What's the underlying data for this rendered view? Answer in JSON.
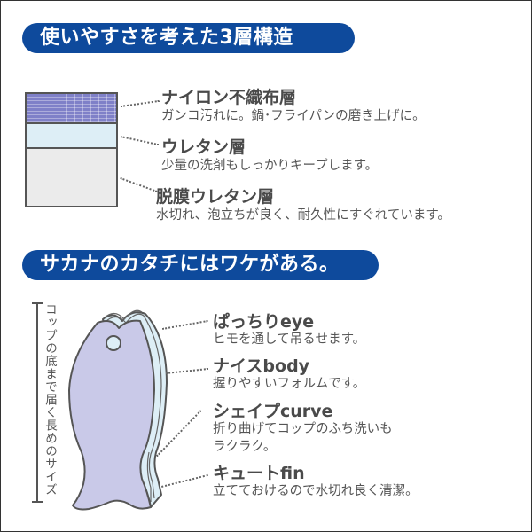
{
  "section1": {
    "banner": "使いやすさを考えた3層構造",
    "layers": [
      {
        "name": "ナイロン不織布層",
        "desc": "ガンコ汚れに。鍋･フライパンの磨き上げに。",
        "color": "#7f80c8"
      },
      {
        "name": "ウレタン層",
        "desc": "少量の洗剤もしっかりキープします。",
        "color": "#ddeef6"
      },
      {
        "name": "脱膜ウレタン層",
        "desc": "水切れ、泡立ちが良く、耐久性にすぐれています。",
        "color": "#ebebeb"
      }
    ]
  },
  "section2": {
    "banner": "サカナのカタチにはワケがある。",
    "vertical_label": "コップの底まで届く長めのサイズ",
    "features": [
      {
        "title": "ぱっちりeye",
        "desc": [
          "ヒモを通して吊るせます。"
        ]
      },
      {
        "title": "ナイスbody",
        "desc": [
          "握りやすいフォルムです。"
        ]
      },
      {
        "title": "シェイプcurve",
        "desc": [
          "折り曲げてコップのふち洗いも",
          "ラクラク。"
        ]
      },
      {
        "title": "キュートfin",
        "desc": [
          "立てておけるので水切れ良く清潔。"
        ]
      }
    ]
  },
  "colors": {
    "banner": "#0e4a9c",
    "fish_body": "#c9c9e8",
    "fish_edge": "#ddeef6",
    "outline": "#555555"
  }
}
